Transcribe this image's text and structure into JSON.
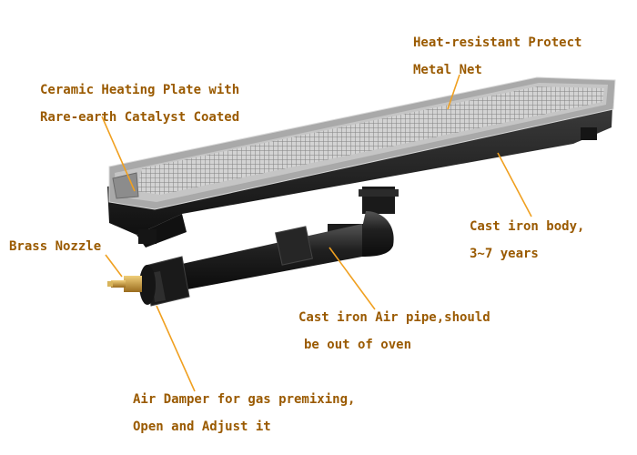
{
  "colors": {
    "label_text": "#9a5a00",
    "leader_line": "#f0a020",
    "cast_iron": "#1e1e1e",
    "steel_frame": "#b9b9b9",
    "mesh": "#8a8a8a",
    "brass": "#c99a3a"
  },
  "labels": {
    "metal_net": {
      "lines": [
        "Heat-resistant Protect",
        "Metal Net"
      ]
    },
    "ceramic_plate": {
      "lines": [
        "Ceramic Heating Plate with",
        "Rare-earth Catalyst Coated"
      ]
    },
    "cast_iron_body": {
      "lines": [
        "Cast iron body,",
        "3~7 years"
      ]
    },
    "brass_nozzle": {
      "lines": [
        "Brass Nozzle"
      ]
    },
    "air_pipe": {
      "lines": [
        "Cast iron Air pipe,should",
        "be out of oven"
      ]
    },
    "air_damper": {
      "lines": [
        "Air Damper for gas premixing,",
        "Open and Adjust it"
      ]
    }
  }
}
